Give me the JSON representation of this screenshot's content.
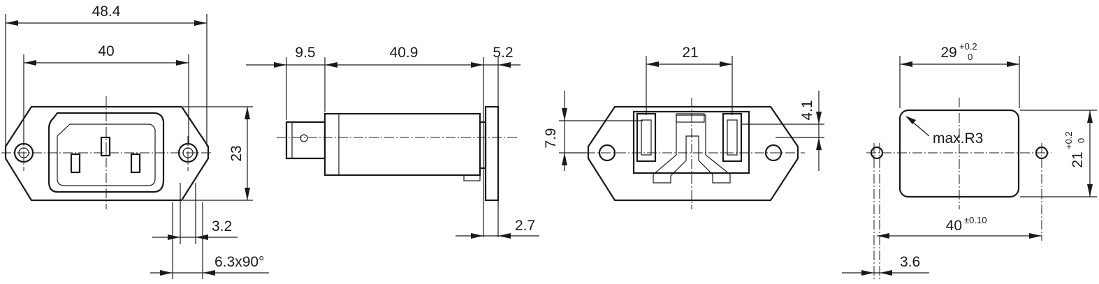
{
  "dimensions": {
    "front_overall_width": "48.4",
    "front_hole_spacing": "40",
    "front_height": "23",
    "front_flange_thickness": "3.2",
    "front_terminal": "6.3x90°",
    "side_terminal_length": "9.5",
    "side_body_length": "40.9",
    "side_flange": "5.2",
    "side_panel_gap": "2.7",
    "rear_pin_spacing": "21",
    "rear_offset_left": "7.9",
    "rear_offset_right": "4.1",
    "cutout_width": "29",
    "cutout_width_tol_upper": "+0.2",
    "cutout_width_tol_lower": "0",
    "cutout_radius": "max.R3",
    "cutout_height": "21",
    "cutout_height_tol_upper": "+0.2",
    "cutout_height_tol_lower": "0",
    "cutout_hole_spacing": "40",
    "cutout_hole_spacing_tol": "±0.10",
    "cutout_hole_diameter": "3.6"
  }
}
